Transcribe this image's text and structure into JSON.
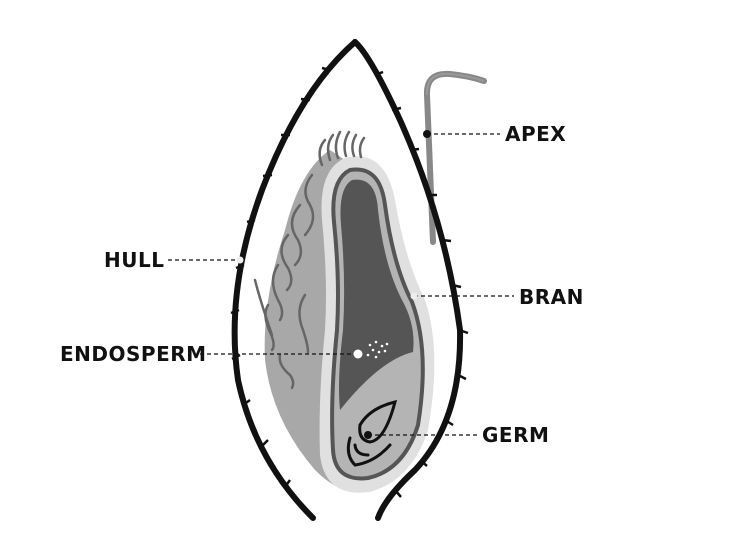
{
  "title": "Rice grain anatomy",
  "labels": {
    "apex": "APEX",
    "hull": "HULL",
    "bran": "BRAN",
    "endosperm": "ENDOSPERM",
    "germ": "GERM"
  },
  "colors": {
    "outline": "#111111",
    "side": "#a8a8a8",
    "bran": "#e0e0e0",
    "endosperm": "#555555",
    "germ_area": "#b4b4b4"
  }
}
